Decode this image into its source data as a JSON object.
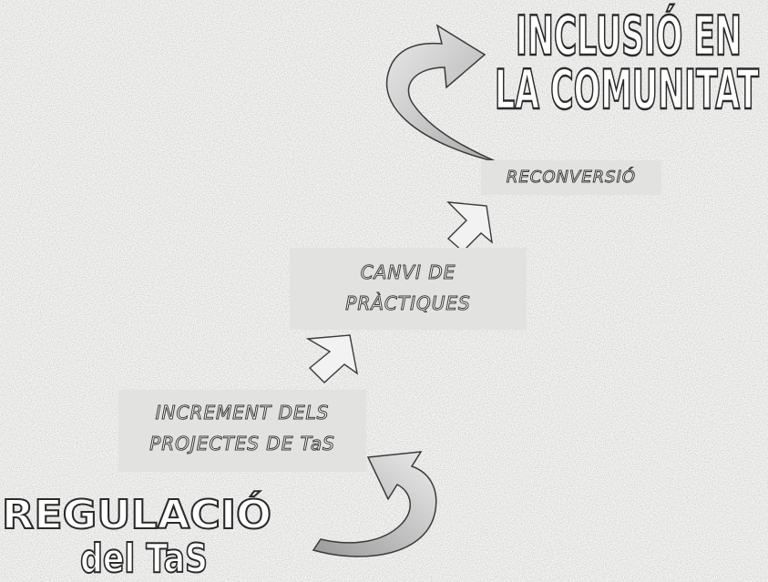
{
  "diagram": {
    "title": {
      "line1": "INCLUSIÓ EN",
      "line2": "LA COMUNITAT"
    },
    "steps": [
      {
        "id": "reconversio",
        "lines": [
          "RECONVERSIÓ"
        ]
      },
      {
        "id": "canvi",
        "lines": [
          "CANVI DE",
          "PRÀCTIQUES"
        ]
      },
      {
        "id": "increment",
        "lines": [
          "INCREMENT DELS",
          "PROJECTES DE TaS"
        ]
      }
    ],
    "origin": {
      "line1": "REGULACIÓ",
      "line2": "del TaS"
    }
  },
  "colors": {
    "background": "#f4f4f2",
    "box_fill": "#e2e2e0",
    "text_outline": "#3a3a3a",
    "arrow_fill": "#cfcfcf"
  }
}
